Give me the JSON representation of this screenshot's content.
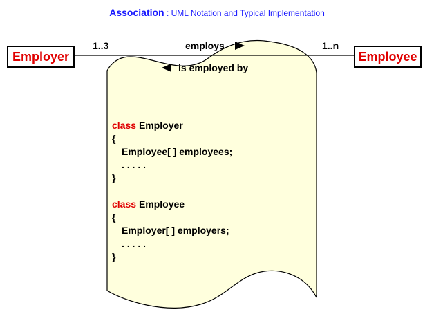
{
  "title": {
    "main": "Association",
    "separator": " : ",
    "subtitle": "UML Notation and Typical Implementation"
  },
  "classes": {
    "left": "Employer",
    "right": "Employee"
  },
  "association": {
    "left_multiplicity": "1..3",
    "right_multiplicity": "1..n",
    "forward_label": "employs",
    "reverse_label": "is employed by"
  },
  "code": {
    "class1_keyword": "class",
    "class1_name": "Employer",
    "class1_open": "{",
    "class1_field": "Employee[ ] employees;",
    "class1_ellipsis": ". . . . .",
    "class1_close": "}",
    "class2_keyword": "class",
    "class2_name": "Employee",
    "class2_open": "{",
    "class2_field": "Employer[ ] employers;",
    "class2_ellipsis": ". . . . .",
    "class2_close": "}"
  },
  "colors": {
    "title": "#1a1aff",
    "class_name": "#e00000",
    "keyword": "#e00000",
    "scroll_fill": "#ffffdd"
  }
}
